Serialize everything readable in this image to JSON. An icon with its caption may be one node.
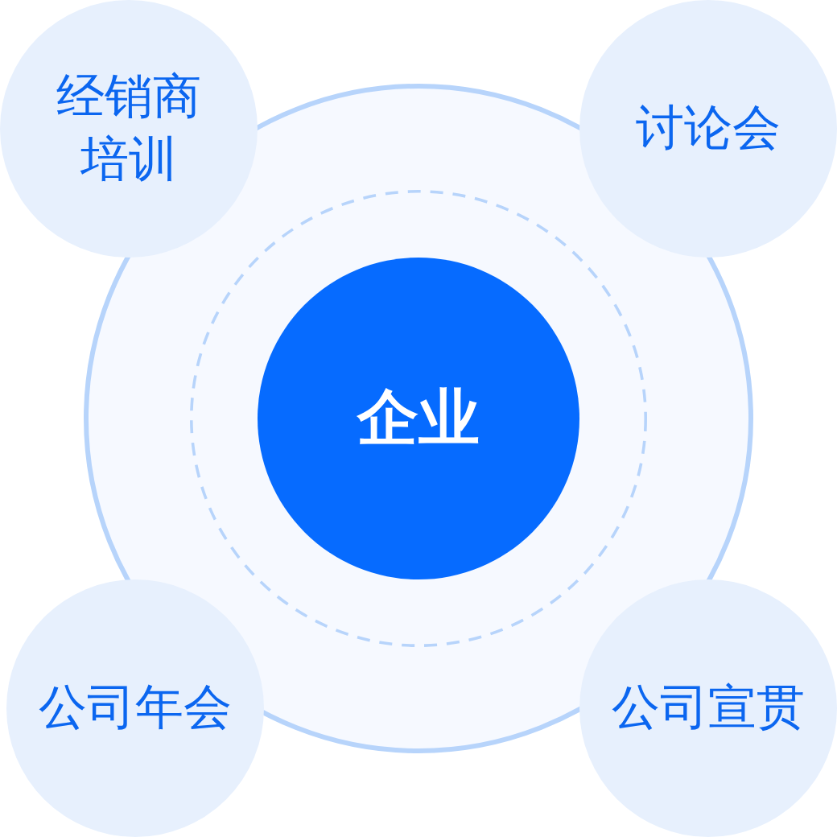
{
  "diagram": {
    "nodes": [
      {
        "text": [
          "经销商培训"
        ]
      },
      {
        "text": [
          "讨论会"
        ]
      },
      {
        "text": [],
        "shape": "circle"
      },
      {
        "text": [],
        "shape": "circle",
        "in": 2
      },
      {
        "text": [
          "企业"
        ],
        "in": 3
      },
      {
        "text": [
          "公司年会"
        ]
      },
      {
        "text": [
          "公司宣贯"
        ]
      }
    ]
  }
}
